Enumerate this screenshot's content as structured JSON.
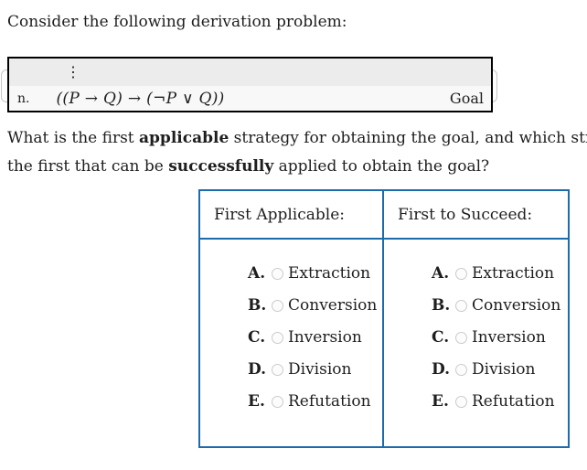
{
  "intro_text": "Consider the following derivation problem:",
  "derivation": {
    "ellipsis": "⋮",
    "row_label": "n.",
    "formula": "((P → Q) → (¬P ∨ Q))",
    "goal_label": "Goal"
  },
  "question": {
    "line1_pre": "What is the first ",
    "line1_bold": "applicable",
    "line1_post": " strategy for obtaining the goal, and which strategy is",
    "line2_pre": "the first that can be ",
    "line2_bold": "successfully",
    "line2_post": " applied to obtain the goal?"
  },
  "quiz": {
    "columns": [
      {
        "header": "First Applicable:",
        "options": [
          {
            "letter": "A.",
            "label": "Extraction"
          },
          {
            "letter": "B.",
            "label": "Conversion"
          },
          {
            "letter": "C.",
            "label": "Inversion"
          },
          {
            "letter": "D.",
            "label": "Division"
          },
          {
            "letter": "E.",
            "label": "Refutation"
          }
        ]
      },
      {
        "header": "First to Succeed:",
        "options": [
          {
            "letter": "A.",
            "label": "Extraction"
          },
          {
            "letter": "B.",
            "label": "Conversion"
          },
          {
            "letter": "C.",
            "label": "Inversion"
          },
          {
            "letter": "D.",
            "label": "Division"
          },
          {
            "letter": "E.",
            "label": "Refutation"
          }
        ]
      }
    ]
  },
  "colors": {
    "table_border": "#1e6bab",
    "box_border": "#000000",
    "box_row1_bg": "#ececec",
    "box_row2_bg": "#f8f8f8"
  }
}
